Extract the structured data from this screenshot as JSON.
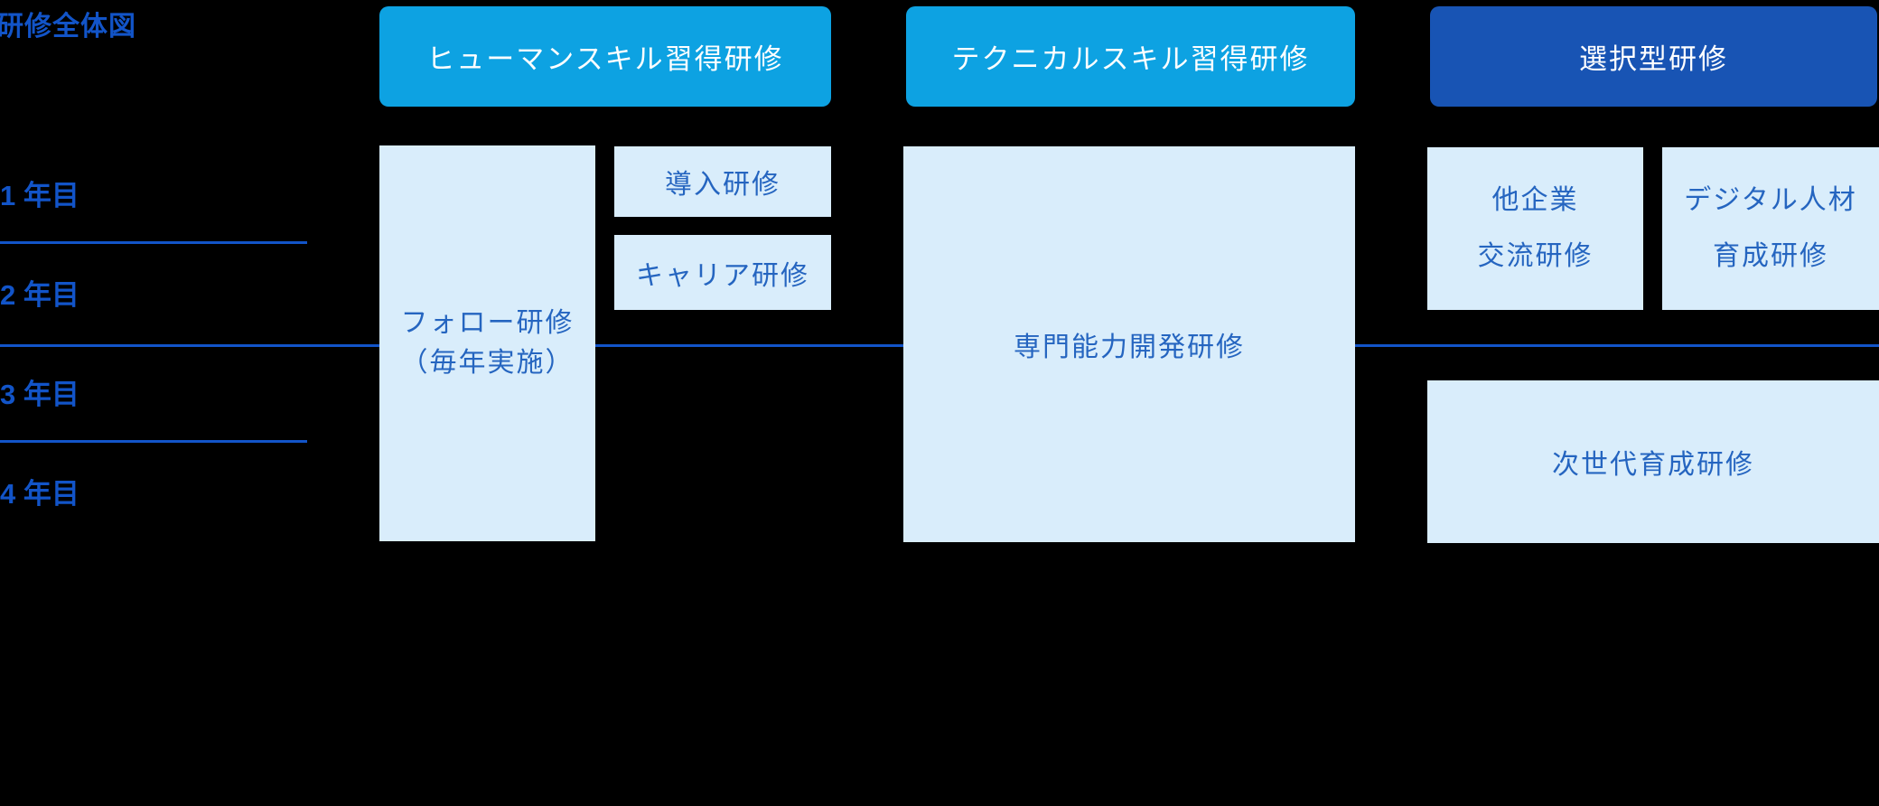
{
  "title": "研修全体図",
  "year_labels": [
    "1 年目",
    "2 年目",
    "3 年目",
    "4 年目"
  ],
  "headers": {
    "human": "ヒューマンスキル習得研修",
    "technical": "テクニカルスキル習得研修",
    "elective": "選択型研修"
  },
  "boxes": {
    "follow": {
      "line1": "フォロー研修",
      "line2": "（毎年実施）"
    },
    "intro": {
      "line1": "導入研修"
    },
    "career": {
      "line1": "キャリア研修"
    },
    "specialized": {
      "line1": "専門能力開発研修"
    },
    "exchange": {
      "line1": "他企業",
      "line2": "交流研修"
    },
    "digital": {
      "line1": "デジタル人材",
      "line2": "育成研修"
    },
    "next_gen": {
      "line1": "次世代育成研修"
    }
  },
  "colors": {
    "background": "#000000",
    "header_skill_bg": "#0da2e2",
    "header_elective_bg": "#1854b4",
    "header_text": "#ffffff",
    "box_bg": "#d9edfb",
    "box_text": "#2565c0",
    "label_text": "#1254c8",
    "line": "#1254c8"
  }
}
